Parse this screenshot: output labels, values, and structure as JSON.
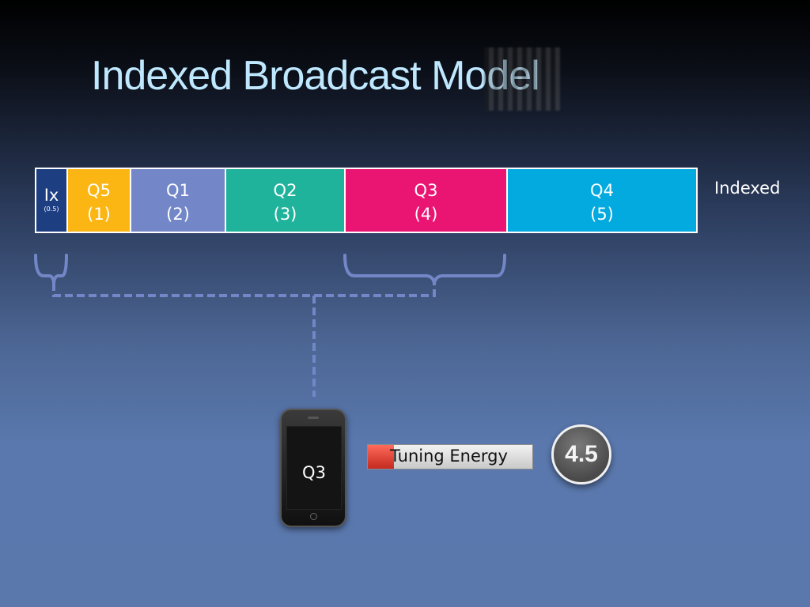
{
  "title": "Indexed Broadcast Model",
  "broadcast": {
    "label": "Indexed",
    "segments": [
      {
        "name": "Ix",
        "sub": "(0.5)",
        "color": "#1d3f82"
      },
      {
        "name": "Q5",
        "sub": "(1)",
        "color": "#fbb613"
      },
      {
        "name": "Q1",
        "sub": "(2)",
        "color": "#7387c8"
      },
      {
        "name": "Q2",
        "sub": "(3)",
        "color": "#20b39c"
      },
      {
        "name": "Q3",
        "sub": "(4)",
        "color": "#ea1472"
      },
      {
        "name": "Q4",
        "sub": "(5)",
        "color": "#02aadf"
      }
    ]
  },
  "device": {
    "query": "Q3"
  },
  "tuning_energy": {
    "label": "Tuning Energy",
    "level": 0.16,
    "fill_color": "#e0382c"
  },
  "score": "4.5"
}
